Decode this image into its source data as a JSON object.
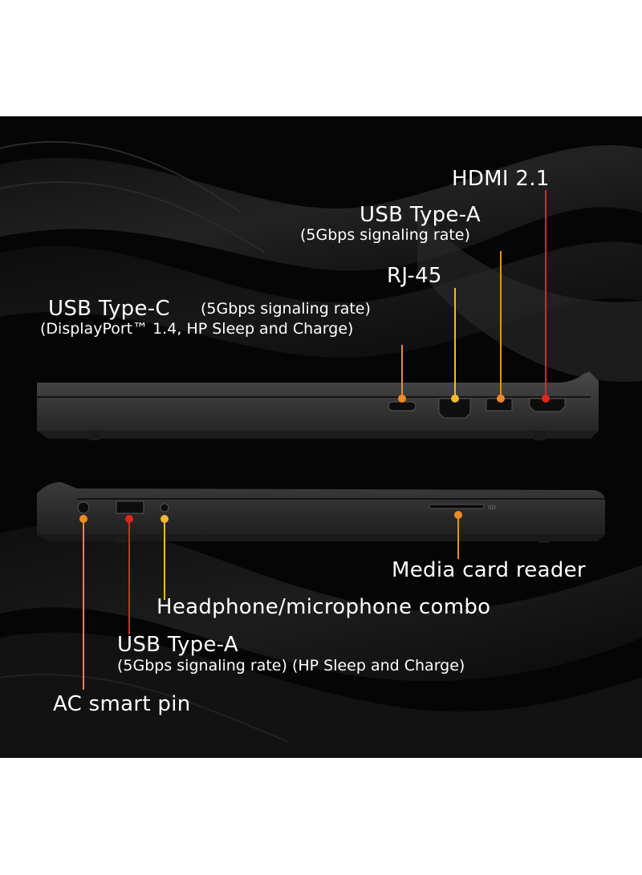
{
  "colors": {
    "background": "#050505",
    "laptop_body": "#2e2e2f",
    "red_leader": "#e3241b",
    "orange_leader": "#f08a24",
    "yellow_leader": "#f5b82e"
  },
  "ports_right_side": {
    "hdmi": {
      "label": "HDMI 2.1",
      "leader_color": "red"
    },
    "usb_a": {
      "label": "USB Type-A",
      "detail": "(5Gbps signaling rate)",
      "leader_color": "orange"
    },
    "rj45": {
      "label": "RJ-45",
      "leader_color": "yellow"
    },
    "usb_c": {
      "label": "USB Type-C",
      "detail": "(5Gbps signaling rate)",
      "detail2": "(DisplayPort™ 1.4, HP Sleep and Charge)",
      "leader_color": "orange"
    }
  },
  "ports_left_side": {
    "media_card": {
      "label": "Media card reader",
      "leader_color": "orange"
    },
    "headphone": {
      "label": "Headphone/microphone combo",
      "leader_color": "yellow"
    },
    "usb_a": {
      "label": "USB Type-A",
      "detail": "(5Gbps signaling rate) (HP Sleep and Charge)",
      "leader_color": "red"
    },
    "ac_pin": {
      "label": "AC smart pin",
      "leader_color": "orange"
    }
  },
  "icons": [
    "usb-c-port-icon",
    "rj45-port-icon",
    "usb-a-port-icon",
    "hdmi-port-icon",
    "ac-pin-port-icon",
    "headphone-port-icon",
    "sd-slot-icon"
  ],
  "port_marks": {
    "sd": "SD"
  }
}
